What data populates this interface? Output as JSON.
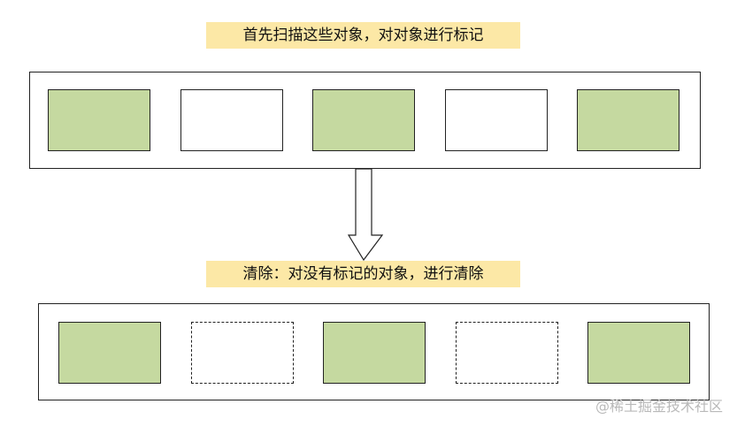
{
  "captions": {
    "top": "首先扫描这些对象，对对象进行标记",
    "bottom": "清除：对没有标记的对象，进行清除"
  },
  "before": {
    "objects": [
      {
        "state": "marked"
      },
      {
        "state": "unmarked"
      },
      {
        "state": "marked"
      },
      {
        "state": "unmarked"
      },
      {
        "state": "marked"
      }
    ]
  },
  "after": {
    "objects": [
      {
        "state": "marked"
      },
      {
        "state": "cleared"
      },
      {
        "state": "marked"
      },
      {
        "state": "cleared"
      },
      {
        "state": "marked"
      }
    ]
  },
  "watermark": "@稀土掘金技术社区",
  "colors": {
    "caption_bg": "#fce8a6",
    "marked_fill": "#c5d9a0",
    "unmarked_fill": "#ffffff",
    "stroke": "#222222"
  }
}
